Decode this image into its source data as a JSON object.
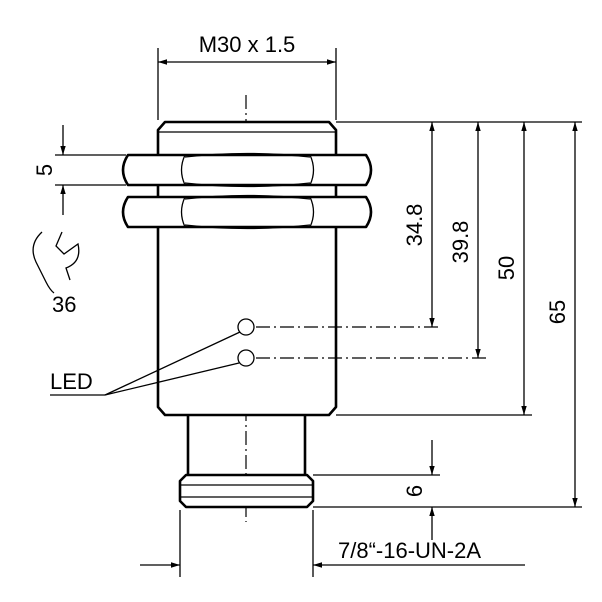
{
  "drawing": {
    "thread_label": "M30 x 1.5",
    "nut_thickness": "5",
    "wrench_size": "36",
    "led_label": "LED",
    "dim_led1": "34.8",
    "dim_led2": "39.8",
    "dim_body": "50",
    "dim_total": "65",
    "dim_connector": "6",
    "connector_thread": "7/8“-16-UN-2A"
  }
}
